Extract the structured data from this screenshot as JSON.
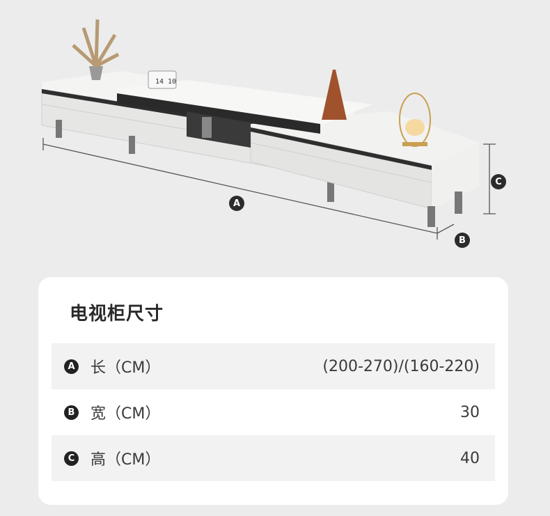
{
  "product_image": {
    "clock_text": "14 10",
    "dimension_markers": [
      "A",
      "B",
      "C"
    ]
  },
  "spec_card": {
    "title": "电视柜尺寸",
    "rows": [
      {
        "marker": "A",
        "label": "长（CM）",
        "value": "(200-270)/(160-220)"
      },
      {
        "marker": "B",
        "label": "宽（CM）",
        "value": "30"
      },
      {
        "marker": "C",
        "label": "高（CM）",
        "value": "40"
      }
    ]
  }
}
